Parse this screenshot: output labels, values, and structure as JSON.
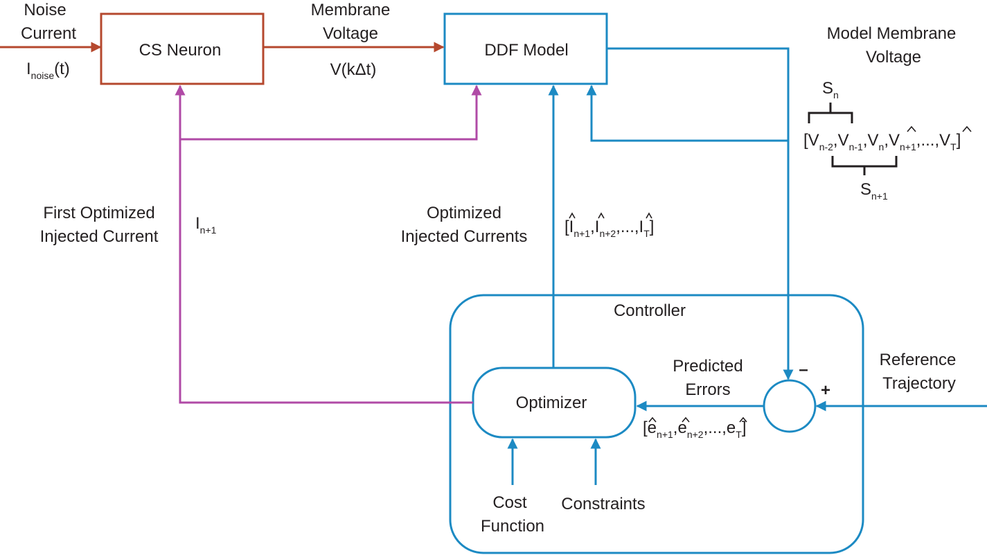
{
  "colors": {
    "plant": "#b5482e",
    "model": "#1c8ac3",
    "injection": "#b04aa6",
    "text": "#231f20"
  },
  "blocks": {
    "cs_neuron": "CS Neuron",
    "ddf_model": "DDF Model",
    "controller": "Controller",
    "optimizer": "Optimizer"
  },
  "signals": {
    "noise_current": {
      "line1": "Noise",
      "line2": "Current",
      "sym": "I",
      "sub": "noise",
      "arg": "(t)"
    },
    "membrane_voltage": {
      "line1": "Membrane",
      "line2": "Voltage",
      "expr": "V(kΔt)"
    },
    "model_membrane_voltage": {
      "line1": "Model Membrane",
      "line2": "Voltage"
    },
    "voltage_vector": {
      "open": "[",
      "terms": [
        {
          "base": "V",
          "sub": "n-2",
          "hat": false
        },
        {
          "base": "V",
          "sub": "n-1",
          "hat": false
        },
        {
          "base": "V",
          "sub": "n",
          "hat": false
        },
        {
          "base": "V",
          "sub": "n+1",
          "hat": true
        },
        {
          "base": "V",
          "sub": "T",
          "hat": true
        }
      ],
      "ellipsis": "...",
      "close": "]",
      "s_n": {
        "base": "S",
        "sub": "n"
      },
      "s_n1": {
        "base": "S",
        "sub": "n+1"
      }
    },
    "first_optimized": {
      "line1": "First Optimized",
      "line2": "Injected Current",
      "sym": "I",
      "sub": "n+1"
    },
    "optimized_currents": {
      "line1": "Optimized",
      "line2": "Injected Currents",
      "open": "[",
      "terms": [
        {
          "base": "I",
          "sub": "n+1"
        },
        {
          "base": "I",
          "sub": "n+2"
        },
        {
          "base": "I",
          "sub": "T"
        }
      ],
      "ellipsis": "...",
      "close": "]"
    },
    "predicted_errors": {
      "line1": "Predicted",
      "line2": "Errors",
      "open": "[",
      "terms": [
        {
          "base": "e",
          "sub": "n+1"
        },
        {
          "base": "e",
          "sub": "n+2"
        },
        {
          "base": "e",
          "sub": "T"
        }
      ],
      "ellipsis": "...",
      "close": "]"
    },
    "reference_trajectory": {
      "line1": "Reference",
      "line2": "Trajectory"
    },
    "cost_function": {
      "line1": "Cost",
      "line2": "Function"
    },
    "constraints": "Constraints"
  },
  "summing_junction": {
    "minus": "–",
    "plus": "+"
  }
}
